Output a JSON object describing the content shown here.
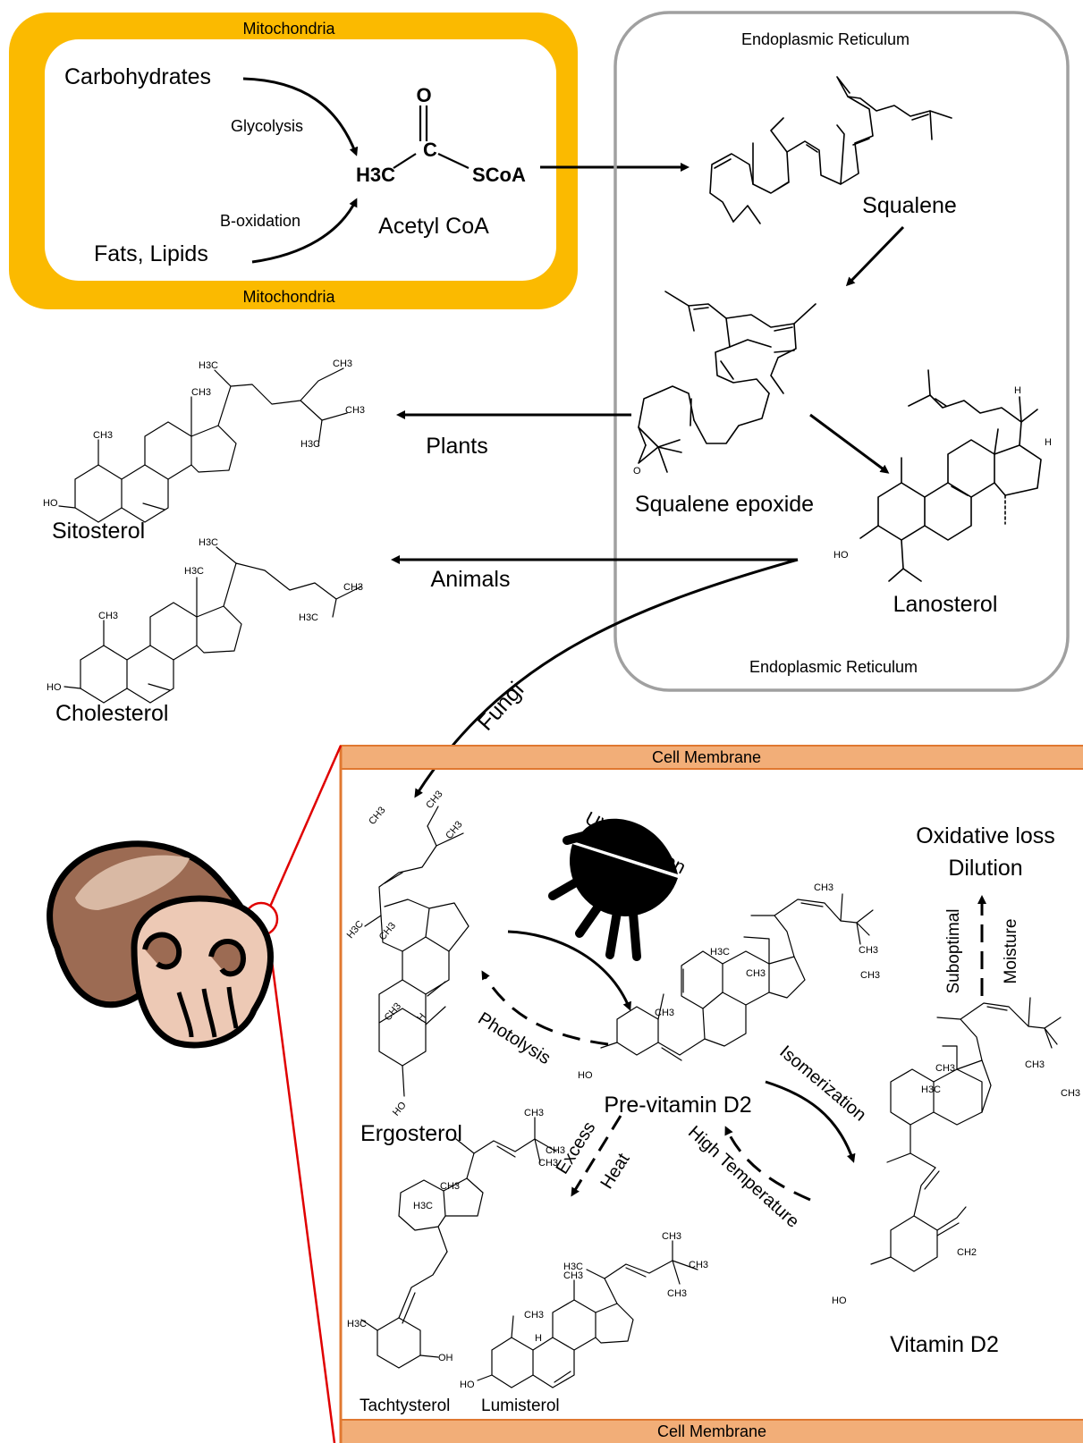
{
  "compartments": {
    "mitochondria_top": "Mitochondria",
    "mitochondria_bottom": "Mitochondria",
    "er_top": "Endoplasmic Reticulum",
    "er_bottom": "Endoplasmic Reticulum",
    "membrane_top": "Cell Membrane",
    "membrane_bottom": "Cell Membrane"
  },
  "molecules": {
    "carbohydrates": "Carbohydrates",
    "fats": "Fats, Lipids",
    "acetyl_coa": "Acetyl CoA",
    "squalene": "Squalene",
    "squalene_epoxide": "Squalene epoxide",
    "lanosterol": "Lanosterol",
    "sitosterol": "Sitosterol",
    "cholesterol": "Cholesterol",
    "ergosterol": "Ergosterol",
    "pre_vitamin_d2": "Pre-vitamin D2",
    "vitamin_d2": "Vitamin D2",
    "tachysterol": "Tachtysterol",
    "lumisterol": "Lumisterol",
    "oxidative_loss": "Oxidative loss",
    "dilution": "Dilution"
  },
  "processes": {
    "glycolysis": "Glycolysis",
    "b_oxidation": "B-oxidation",
    "plants": "Plants",
    "animals": "Animals",
    "fungi": "Fungi",
    "uv": "UV Radiation",
    "photolysis": "Photolysis",
    "isomerization": "Isomerization",
    "high_temp": "High Temperature",
    "excess": "Excess",
    "heat": "Heat",
    "suboptimal": "Suboptimal",
    "moisture": "Moisture"
  },
  "acetyl_formula": {
    "o": "O",
    "c": "C",
    "h3c": "H3C",
    "scoa": "SCoA"
  },
  "colors": {
    "mitochondria": "#FBBA00",
    "er_border": "#A0A0A0",
    "membrane": "#F2AE78",
    "membrane_border": "#E07830",
    "zoom_line": "#E00000",
    "mushroom_cap": "#9C6B53",
    "mushroom_light": "#D9B9A4",
    "mushroom_stem": "#EDC9B5"
  },
  "icons": [
    "sun-icon",
    "mushroom-icon"
  ]
}
